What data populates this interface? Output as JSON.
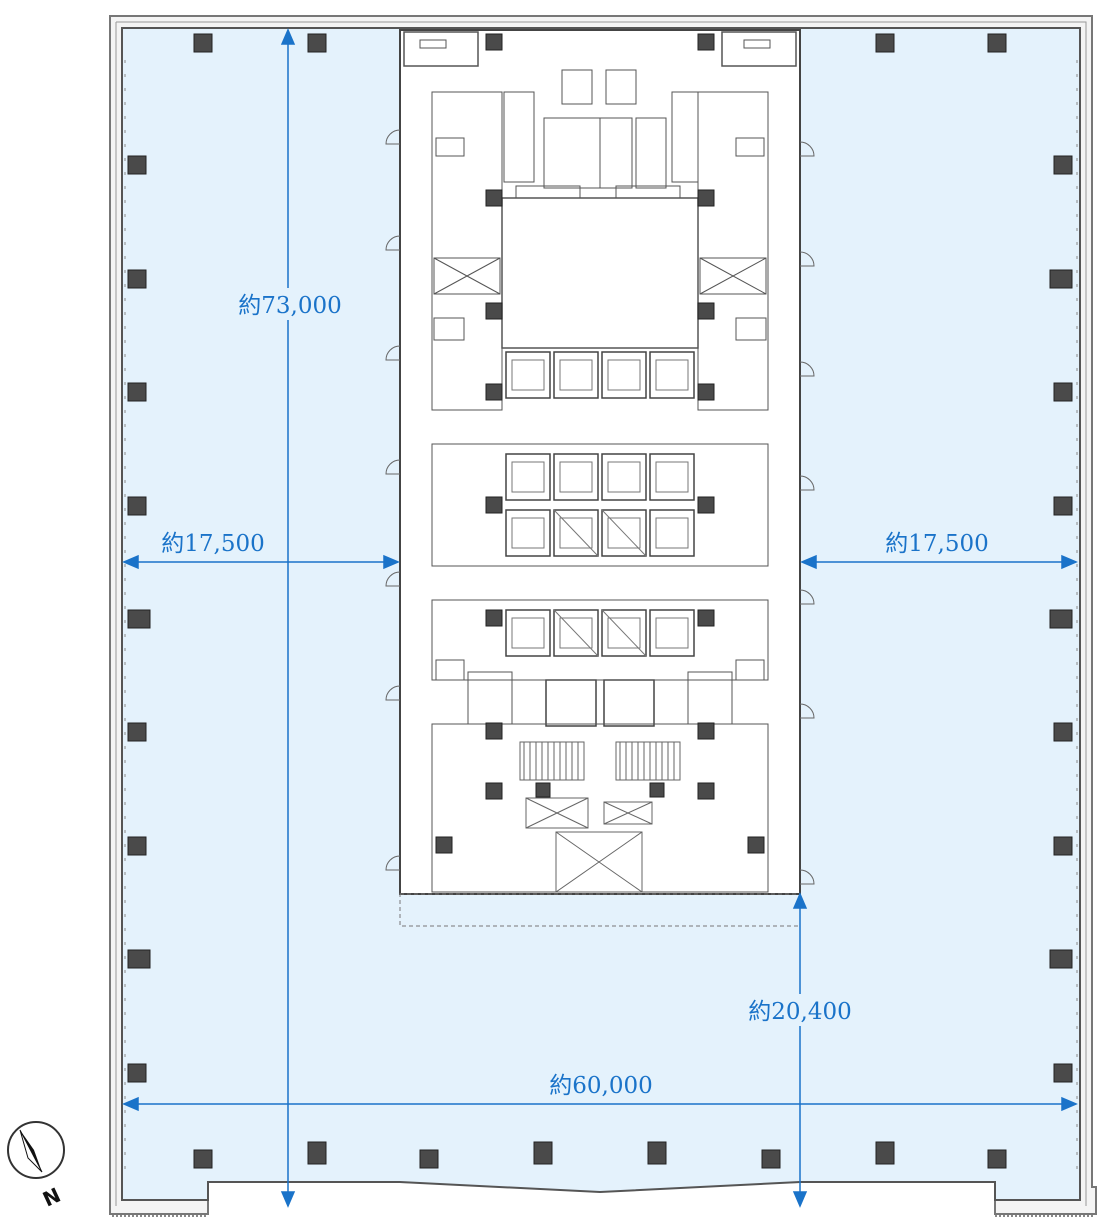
{
  "dimensions": {
    "overall_depth": "約73,000",
    "west_span": "約17,500",
    "east_span": "約17,500",
    "south_depth": "約20,400",
    "overall_width": "約60,000"
  },
  "north_arrow": {
    "label": "N"
  },
  "colors": {
    "floor_fill": "#e4f2fc",
    "dimension_blue": "#1a73c9",
    "wall_line": "#444444",
    "column_fill": "#4a4a4a"
  }
}
